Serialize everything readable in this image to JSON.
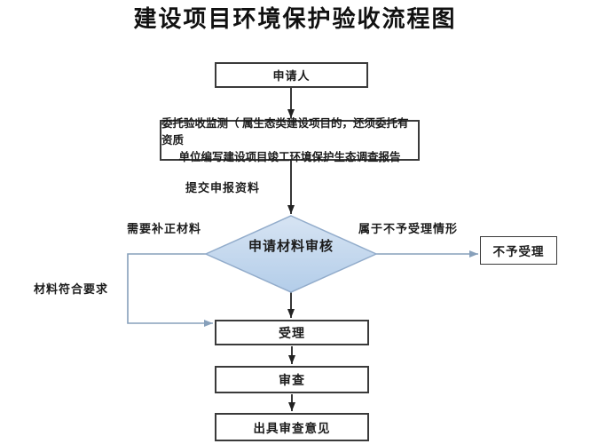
{
  "title": "建设项目环境保护验收流程图",
  "nodes": {
    "applicant": "申请人",
    "entrust": {
      "line1": "委托验收监测（ 属生态类建设项目的，还须委托有资质",
      "line2": "单位编写建设项目竣工环境保护生态调查报告"
    },
    "decision": "申请材料审核",
    "reject": "不予受理",
    "accept": "受理",
    "examine": "审查",
    "opinion": "出具审查意见"
  },
  "labels": {
    "submit": "提交申报资料",
    "need_correction": "需要补正材料",
    "not_accept_case": "属于不予受理情形",
    "materials_ok": "材料符合要求"
  },
  "colors": {
    "connector_black": "#222222",
    "connector_blue": "#87a0bb",
    "diamond_border": "#92accb",
    "diamond_fill_top": "#d7e4f3",
    "diamond_fill_bottom": "#b3cde9"
  }
}
